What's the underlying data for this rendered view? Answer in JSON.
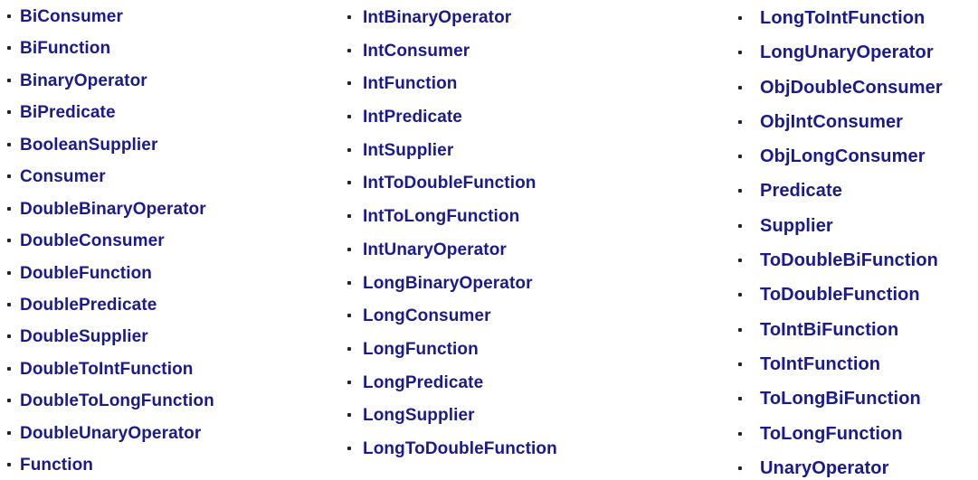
{
  "page": {
    "background_color": "#ffffff",
    "link_color": "#1a1a8c",
    "bullet_color": "#222233",
    "bullet_style": "small-square-dot"
  },
  "list": {
    "columns": [
      {
        "items": [
          "BiConsumer",
          "BiFunction",
          "BinaryOperator",
          "BiPredicate",
          "BooleanSupplier",
          "Consumer",
          "DoubleBinaryOperator",
          "DoubleConsumer",
          "DoubleFunction",
          "DoublePredicate",
          "DoubleSupplier",
          "DoubleToIntFunction",
          "DoubleToLongFunction",
          "DoubleUnaryOperator",
          "Function"
        ]
      },
      {
        "items": [
          "IntBinaryOperator",
          "IntConsumer",
          "IntFunction",
          "IntPredicate",
          "IntSupplier",
          "IntToDoubleFunction",
          "IntToLongFunction",
          "IntUnaryOperator",
          "LongBinaryOperator",
          "LongConsumer",
          "LongFunction",
          "LongPredicate",
          "LongSupplier",
          "LongToDoubleFunction"
        ]
      },
      {
        "items": [
          "LongToIntFunction",
          "LongUnaryOperator",
          "ObjDoubleConsumer",
          "ObjIntConsumer",
          "ObjLongConsumer",
          "Predicate",
          "Supplier",
          "ToDoubleBiFunction",
          "ToDoubleFunction",
          "ToIntBiFunction",
          "ToIntFunction",
          "ToLongBiFunction",
          "ToLongFunction",
          "UnaryOperator"
        ]
      }
    ]
  }
}
